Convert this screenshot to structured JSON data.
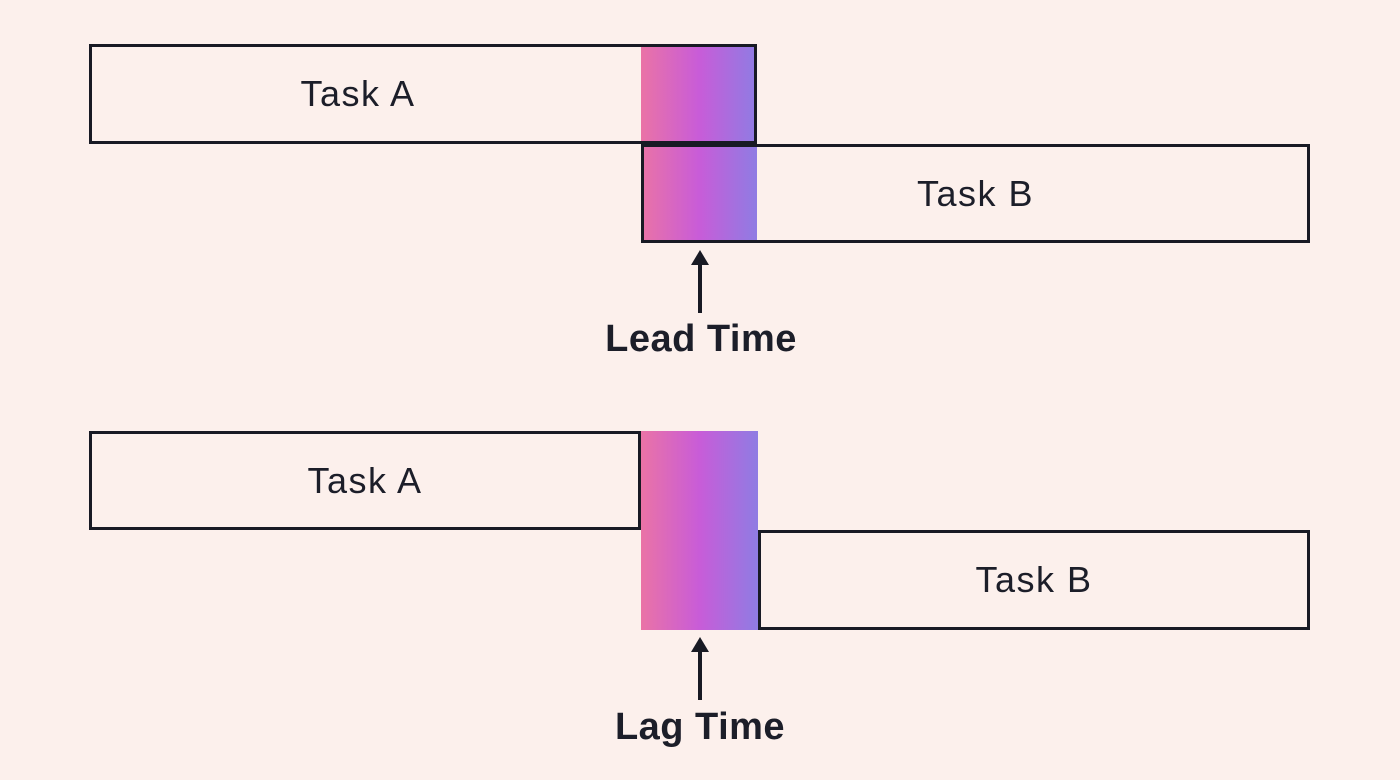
{
  "colors": {
    "background": "#FCF0EC",
    "line": "#181A24",
    "text": "#1C1E29",
    "gradient_from": "#EA73A6",
    "gradient_mid": "#C85CD8",
    "gradient_to": "#8F7CE3"
  },
  "lead_diagram": {
    "task_a_label": "Task A",
    "task_b_label": "Task B",
    "caption": "Lead Time"
  },
  "lag_diagram": {
    "task_a_label": "Task A",
    "task_b_label": "Task B",
    "caption": "Lag Time"
  }
}
